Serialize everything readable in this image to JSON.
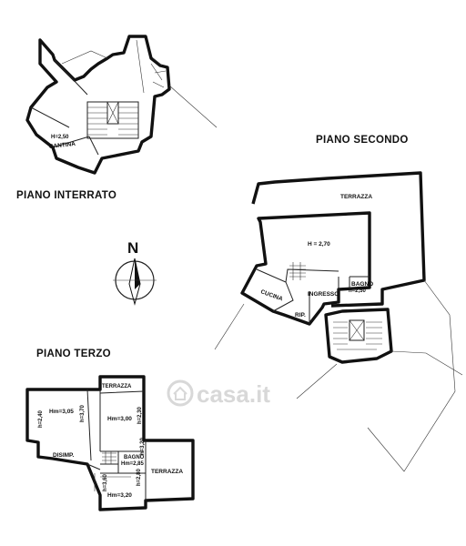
{
  "sections": {
    "basement": "PIANO INTERRATO",
    "second": "PIANO SECONDO",
    "third": "PIANO TERZO"
  },
  "compass": {
    "label": "N"
  },
  "basement": {
    "height": "H=2,50",
    "cantina": "CANTINA"
  },
  "second": {
    "terrazza": "TERRAZZA",
    "height": "H = 2,70",
    "cucina": "CUCINA",
    "ingresso": "INGRESSO",
    "bagno": "BAGNO",
    "bagno_h": "h=2,50",
    "rip": "RIP."
  },
  "third": {
    "terrazza_top": "TERRAZZA",
    "terrazza_bottom": "TERRAZZA",
    "room1": "Hm=3,05",
    "room2": "Hm=3,00",
    "room3": "Hm=3,20",
    "disimp": "DISIMP.",
    "bagno": "BAGNO",
    "bagno_h": "Hm=2,85",
    "h_240": "h=2,40",
    "h_370": "h=3,70",
    "h_230": "h=2,30",
    "h_360": "h=3,60",
    "h_280": "h=2,80",
    "h_320": "h=3,20"
  },
  "watermark": "casa.it"
}
